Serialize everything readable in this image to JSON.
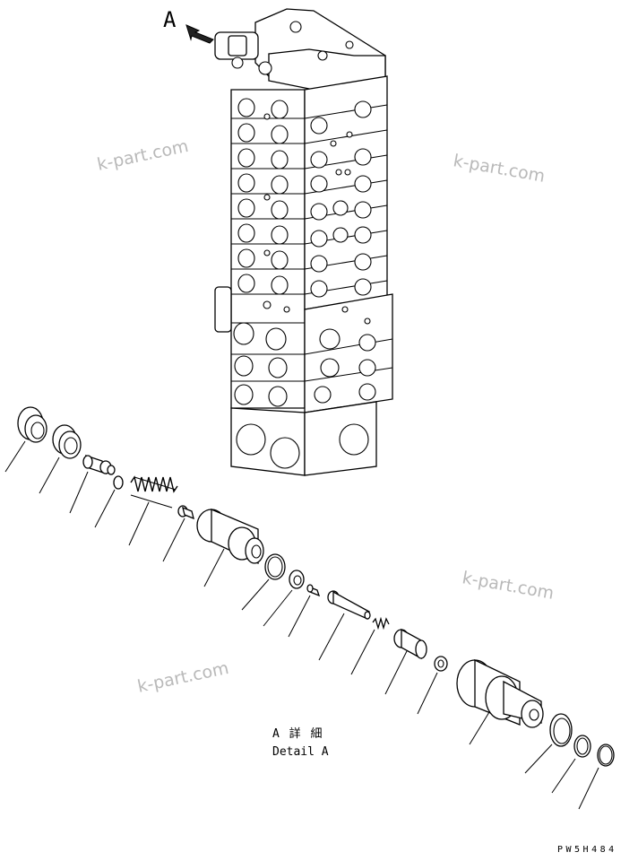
{
  "view_label": "A",
  "detail_title_jp": "A 詳 細",
  "detail_title_en": "Detail A",
  "drawing_code": "PW5H484",
  "watermarks": [
    "k-part.com",
    "k-part.com",
    "k-part.com",
    "k-part.com"
  ]
}
